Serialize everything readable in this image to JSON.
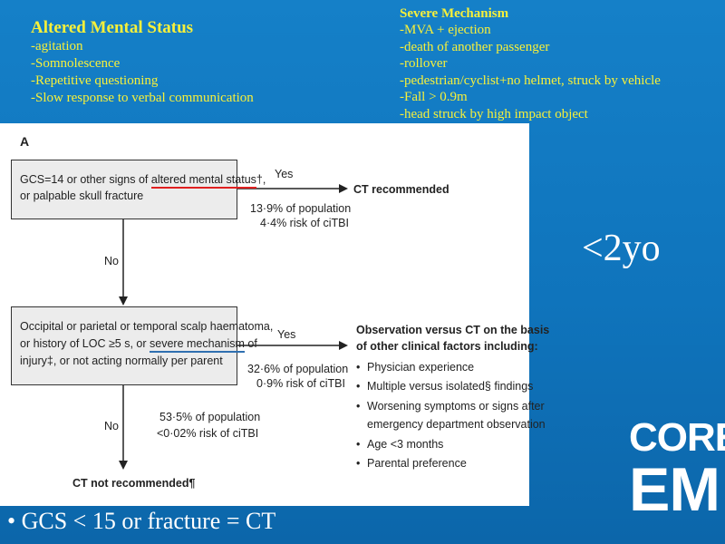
{
  "altered_mental_status": {
    "title": "Altered Mental Status",
    "items": [
      "-agitation",
      "-Somnolescence",
      "-Repetitive questioning",
      "-Slow response to verbal communication"
    ]
  },
  "severe_mechanism": {
    "title": "Severe Mechanism",
    "items": [
      "-MVA + ejection",
      "-death of another passenger",
      "-rollover",
      "-pedestrian/cyclist+no helmet, struck by vehicle",
      "-Fall > 0.9m",
      "-head struck by high impact object"
    ]
  },
  "flowchart": {
    "panel_label": "A",
    "box1": {
      "line1_pre": "GCS=14 or other signs of ",
      "line1_underlined": "altered mental status",
      "line1_post": "†,",
      "line2": "or palpable skull fracture"
    },
    "yes1": "Yes",
    "ct_recommended": "CT recommended",
    "stats1": [
      "13·9% of population",
      "4·4% risk of ciTBI"
    ],
    "no1": "No",
    "box2": {
      "line1": "Occipital or parietal or temporal scalp haematoma,",
      "line2_pre": "or history of LOC ≥5 s, or ",
      "line2_underlined": "severe mechanism",
      "line2_post": " of",
      "line3": "injury‡, or not acting normally per parent"
    },
    "yes2": "Yes",
    "stats2": [
      "32·6% of population",
      "0·9% risk of ciTBI"
    ],
    "observation_heading": [
      "Observation versus CT on the basis",
      "of other clinical factors including:"
    ],
    "observation_items": [
      [
        "Physician experience"
      ],
      [
        "Multiple versus isolated§ findings"
      ],
      [
        "Worsening symptoms or signs after",
        "emergency department observation"
      ],
      [
        "Age <3 months"
      ],
      [
        "Parental preference"
      ]
    ],
    "no2": "No",
    "stats3": [
      "53·5% of population",
      "<0·02% risk of ciTBI"
    ],
    "ct_not_recommended": "CT not recommended¶"
  },
  "age_label": "<2yo",
  "bottom_bullet": "•  GCS < 15 or fracture = CT",
  "logo": {
    "line1": "CORE",
    "line2": "EM"
  },
  "colors": {
    "background": "#0f74bc",
    "accent_text": "#f7f03a",
    "underline_red": "#e02020",
    "underline_blue": "#2f6fb0"
  }
}
